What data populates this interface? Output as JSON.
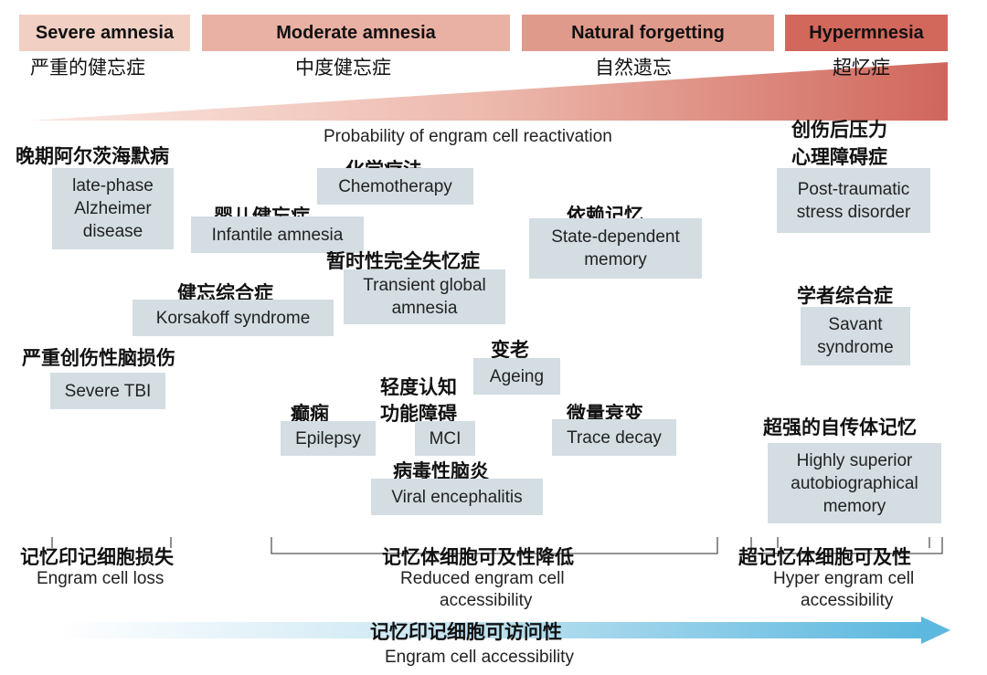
{
  "header": {
    "severe": {
      "en": "Severe amnesia",
      "cn": "严重的健忘症"
    },
    "moderate": {
      "en": "Moderate amnesia",
      "cn": "中度健忘症"
    },
    "natural": {
      "en": "Natural forgetting",
      "cn": "自然遗忘"
    },
    "hyper": {
      "en": "Hypermnesia",
      "cn": "超忆症"
    }
  },
  "colors": {
    "severe": "#f2cfc3",
    "moderate": "#e9b1a4",
    "natural": "#e09a8c",
    "hyper": "#d2675c",
    "box": "#d3dde2",
    "arrow": "#6cbfe0"
  },
  "wedge_label": "Probability of engram cell reactivation",
  "conditions": {
    "late_ad": {
      "cn": "晚期阿尔茨海默病",
      "en": [
        "late-phase",
        "Alzheimer",
        "disease"
      ]
    },
    "chemo": {
      "cn": "化学疗法",
      "en": "Chemotherapy"
    },
    "infantile": {
      "cn": "婴儿健忘症",
      "en": "Infantile amnesia"
    },
    "tga": {
      "cn": "暂时性完全失忆症",
      "en": [
        "Transient global",
        "amnesia"
      ]
    },
    "state_dep": {
      "cn": "依赖记忆",
      "en": [
        "State-dependent",
        "memory"
      ]
    },
    "ptsd": {
      "cn": [
        "创伤后压力",
        "心理障碍症"
      ],
      "en": [
        "Post-traumatic",
        "stress disorder"
      ]
    },
    "korsakoff": {
      "cn": "健忘综合症",
      "en": "Korsakoff syndrome"
    },
    "savant": {
      "cn": "学者综合症",
      "en": [
        "Savant",
        "syndrome"
      ]
    },
    "tbi": {
      "cn": "严重创伤性脑损伤",
      "en": "Severe TBI"
    },
    "ageing": {
      "cn": "变老",
      "en": "Ageing"
    },
    "mci": {
      "cn": [
        "轻度认知",
        "功能障碍"
      ],
      "en": "MCI"
    },
    "epilepsy": {
      "cn": "癫痫",
      "en": "Epilepsy"
    },
    "trace": {
      "cn": "微量衰变",
      "en": "Trace decay"
    },
    "hsam": {
      "cn": "超强的自传体记忆",
      "en": [
        "Highly superior",
        "autobiographical",
        "memory"
      ]
    },
    "viral": {
      "cn": "病毒性脑炎",
      "en": "Viral encephalitis"
    }
  },
  "bottom": {
    "loss": {
      "cn": "记忆印记细胞损失",
      "en": "Engram cell loss"
    },
    "reduced": {
      "cn": "记忆体细胞可及性降低",
      "en": [
        "Reduced engram cell",
        "accessibility"
      ]
    },
    "hyper": {
      "cn": "超记忆体细胞可及性",
      "en": [
        "Hyper engram cell",
        "accessibility"
      ]
    },
    "axis": {
      "cn": "记忆印记细胞可访问性",
      "en": "Engram cell accessibility"
    }
  }
}
